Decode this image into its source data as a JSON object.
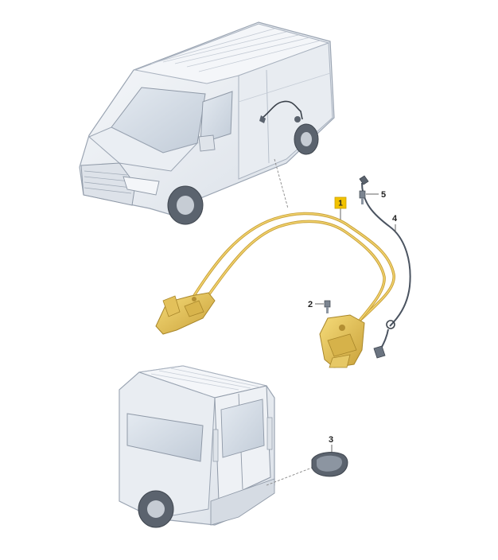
{
  "diagram": {
    "callouts": [
      {
        "id": "part-1",
        "label": "1",
        "highlighted": true
      },
      {
        "id": "part-2",
        "label": "2",
        "highlighted": false
      },
      {
        "id": "part-3",
        "label": "3",
        "highlighted": false
      },
      {
        "id": "part-4",
        "label": "4",
        "highlighted": false
      },
      {
        "id": "part-5",
        "label": "5",
        "highlighted": false
      }
    ],
    "colors": {
      "vehicle_fill": "#eef1f5",
      "vehicle_stroke": "#9aa4b2",
      "highlight_part": "#e8c34a",
      "highlight_stroke": "#a8862a",
      "cable": "#4a5360",
      "leader_line": "#555555",
      "callout_highlight_bg": "#f2c200"
    }
  }
}
